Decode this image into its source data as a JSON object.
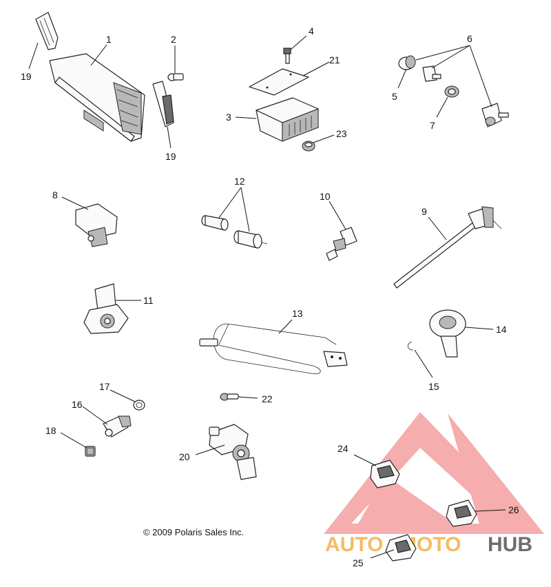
{
  "callouts": {
    "c1": "1",
    "c2": "2",
    "c3": "3",
    "c4": "4",
    "c5": "5",
    "c6": "6",
    "c7": "7",
    "c8": "8",
    "c9": "9",
    "c10": "10",
    "c11": "11",
    "c12": "12",
    "c13": "13",
    "c14": "14",
    "c15": "15",
    "c16": "16",
    "c17": "17",
    "c18": "18",
    "c19a": "19",
    "c19b": "19",
    "c20": "20",
    "c21": "21",
    "c22": "22",
    "c23": "23",
    "c24": "24",
    "c25": "25",
    "c26": "26"
  },
  "copyright": "© 2009 Polaris Sales Inc.",
  "watermark": {
    "text_a": "AUTO",
    "text_b": "MOTO",
    "text_c": "HUB",
    "color_primary": "#f06b6b",
    "color_accent": "#f4b04a",
    "color_dark": "#555555"
  }
}
